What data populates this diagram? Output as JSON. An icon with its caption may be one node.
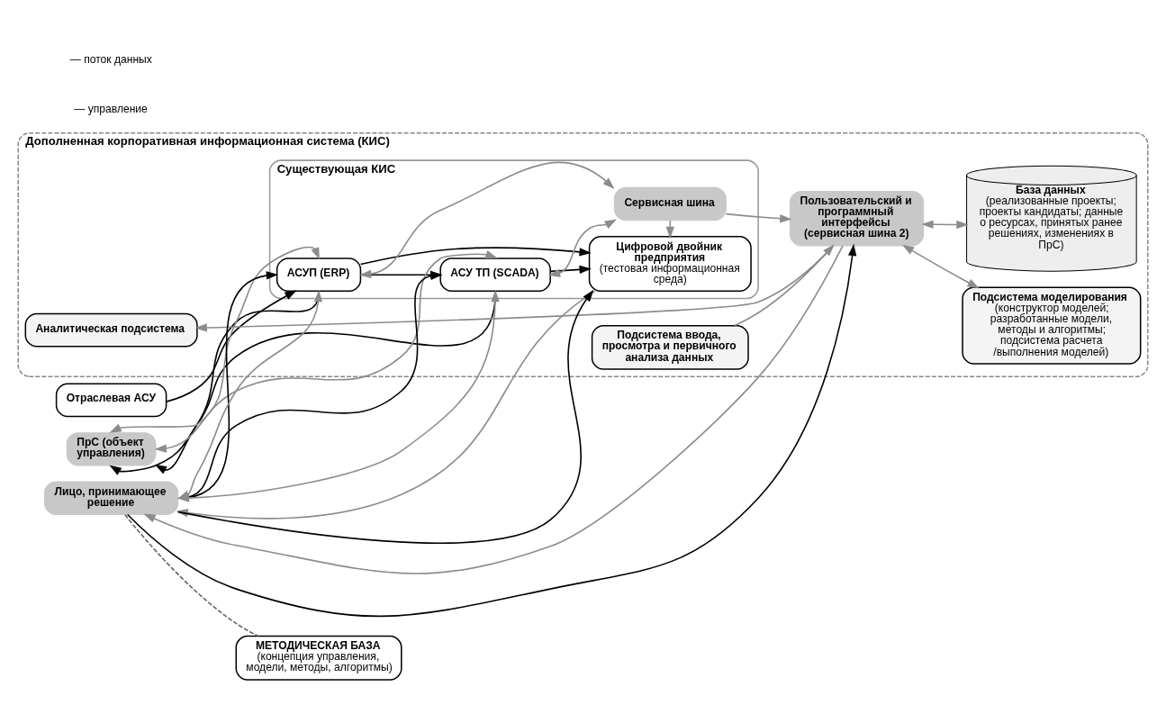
{
  "diagram": {
    "nodes": [
      {
        "text": [
          "Отраслевая АСУ"
        ]
      },
      {
        "text": [
          "Дополненная корпоративная информационная система (КИС)"
        ]
      },
      {
        "text": [
          "Существующая КИС"
        ],
        "in": 1
      },
      {
        "text": [
          "ПрС (объект управления)"
        ]
      },
      {
        "text": [
          "АСУП (ERP)"
        ],
        "in": 2
      },
      {
        "text": [
          "АСУ ТП (SCADA)"
        ],
        "in": 2
      },
      {
        "text": [
          "Лицо, принимающее решение"
        ]
      },
      {
        "text": [
          "Цифровой двойник предприятия",
          "(тестовая информационная среда)"
        ],
        "in": 2
      },
      {
        "text": [
          "Сервисная шина"
        ],
        "in": 2
      },
      {
        "text": [
          "Аналитическая подсистема"
        ],
        "in": 1
      },
      {
        "text": [
          "Подсистема моделирования",
          "(конструктор моделей; разработанные модели, методы и алгоритмы; подсистема расчета /выполнения моделей)"
        ],
        "in": 1
      },
      {
        "text": [
          "Подсистема ввода, просмотра и первичного анализа данных"
        ],
        "in": 1
      },
      {
        "text": [
          "Пользовательский и программный интерфейсы (сервисная шина 2)"
        ],
        "in": 1
      },
      {
        "text": [
          "База данных",
          "(реализованные проекты; проекты кандидаты; данные о ресурсах, принятых ранее решениях, изменениях в ПрС)"
        ],
        "in": 1
      },
      {
        "text": [
          "МЕТОДИЧЕСКАЯ БАЗА",
          "(концепция управления, модели, методы, алгоритмы)"
        ]
      }
    ],
    "edges": [
      {
        "from": 0,
        "to": 4,
        "arrow": "to",
        "color": "#000000"
      },
      {
        "from": 4,
        "to": 3,
        "arrow": "to",
        "color": "#000000"
      },
      {
        "from": 5,
        "to": 3,
        "arrow": "to",
        "color": "#000000"
      },
      {
        "from": 4,
        "to": 5,
        "arrow": "to",
        "color": "#000000"
      },
      {
        "from": 4,
        "to": 7,
        "arrow": "to",
        "color": "#000000"
      },
      {
        "from": 5,
        "to": 7,
        "arrow": "to",
        "color": "#000000"
      },
      {
        "from": 6,
        "to": 5,
        "arrow": "to",
        "color": "#000000"
      },
      {
        "from": 6,
        "to": 4,
        "arrow": "to",
        "color": "#000000"
      },
      {
        "from": 6,
        "to": 7,
        "arrow": "to",
        "color": "#000000"
      },
      {
        "from": 6,
        "to": 12,
        "arrow": "to",
        "color": "#000000"
      },
      {
        "from": 3,
        "to": 4,
        "arrow": "both"
      },
      {
        "from": 3,
        "to": 5,
        "arrow": "both"
      },
      {
        "from": 4,
        "to": 8,
        "arrow": "both"
      },
      {
        "from": 5,
        "to": 8,
        "arrow": "both"
      },
      {
        "from": 8,
        "to": 12,
        "arrow": "to"
      },
      {
        "from": 12,
        "to": 9,
        "arrow": "to"
      },
      {
        "from": 12,
        "to": 10,
        "arrow": "both"
      },
      {
        "from": 11,
        "to": 12,
        "arrow": "to"
      },
      {
        "from": 12,
        "to": 13,
        "arrow": "both"
      },
      {
        "from": 8,
        "to": 7,
        "arrow": "to"
      },
      {
        "from": 7,
        "to": 6,
        "arrow": "to"
      },
      {
        "from": 6,
        "to": 4,
        "arrow": "both"
      },
      {
        "from": 6,
        "to": 5,
        "arrow": "both"
      },
      {
        "from": 12,
        "to": 6,
        "arrow": "to"
      },
      {
        "from": 6,
        "to": 14,
        "arrow": "none",
        "style": "dashed",
        "color": "#666666"
      }
    ],
    "legend": [
      {
        "text": "— поток данных"
      },
      {
        "text": "— управление"
      }
    ]
  }
}
